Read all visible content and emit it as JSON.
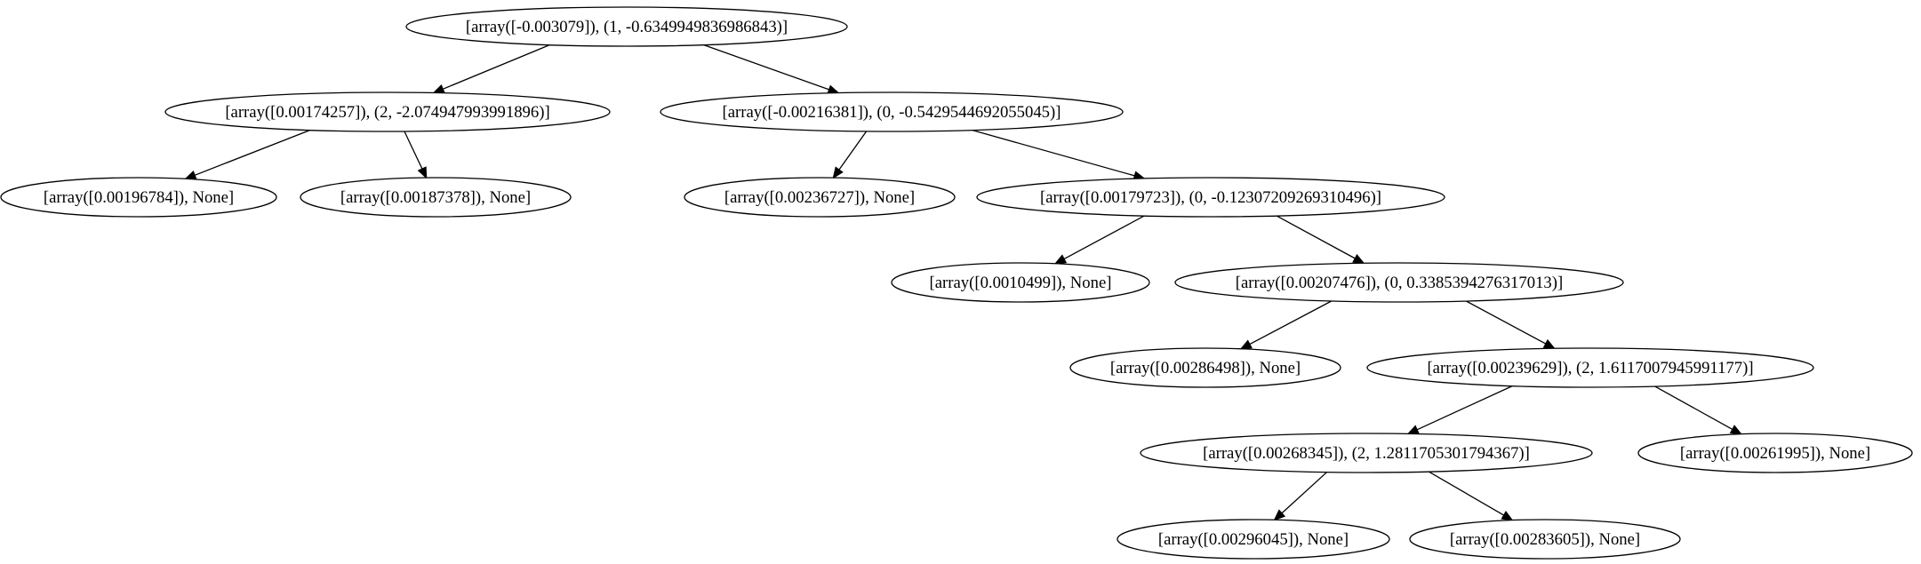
{
  "tree": {
    "nodes": [
      {
        "id": "n0",
        "label": "[array([-0.003079]), (1, -0.6349949836986843)]"
      },
      {
        "id": "n1",
        "label": "[array([0.00174257]), (2, -2.074947993991896)]"
      },
      {
        "id": "n2",
        "label": "[array([-0.00216381]), (0, -0.5429544692055045)]"
      },
      {
        "id": "n3",
        "label": "[array([0.00196784]), None]"
      },
      {
        "id": "n4",
        "label": "[array([0.00187378]), None]"
      },
      {
        "id": "n5",
        "label": "[array([0.00236727]), None]"
      },
      {
        "id": "n6",
        "label": "[array([0.00179723]), (0, -0.12307209269310496)]"
      },
      {
        "id": "n7",
        "label": "[array([0.0010499]), None]"
      },
      {
        "id": "n8",
        "label": "[array([0.00207476]), (0, 0.3385394276317013)]"
      },
      {
        "id": "n9",
        "label": "[array([0.00286498]), None]"
      },
      {
        "id": "n10",
        "label": "[array([0.00239629]), (2, 1.6117007945991177)]"
      },
      {
        "id": "n11",
        "label": "[array([0.00268345]), (2, 1.2811705301794367)]"
      },
      {
        "id": "n12",
        "label": "[array([0.00261995]), None]"
      },
      {
        "id": "n13",
        "label": "[array([0.00296045]), None]"
      },
      {
        "id": "n14",
        "label": "[array([0.00283605]), None]"
      }
    ],
    "edges": [
      {
        "from": "n0",
        "to": "n1"
      },
      {
        "from": "n0",
        "to": "n2"
      },
      {
        "from": "n1",
        "to": "n3"
      },
      {
        "from": "n1",
        "to": "n4"
      },
      {
        "from": "n2",
        "to": "n5"
      },
      {
        "from": "n2",
        "to": "n6"
      },
      {
        "from": "n6",
        "to": "n7"
      },
      {
        "from": "n6",
        "to": "n8"
      },
      {
        "from": "n8",
        "to": "n9"
      },
      {
        "from": "n8",
        "to": "n10"
      },
      {
        "from": "n10",
        "to": "n11"
      },
      {
        "from": "n10",
        "to": "n12"
      },
      {
        "from": "n11",
        "to": "n13"
      },
      {
        "from": "n11",
        "to": "n14"
      }
    ]
  }
}
